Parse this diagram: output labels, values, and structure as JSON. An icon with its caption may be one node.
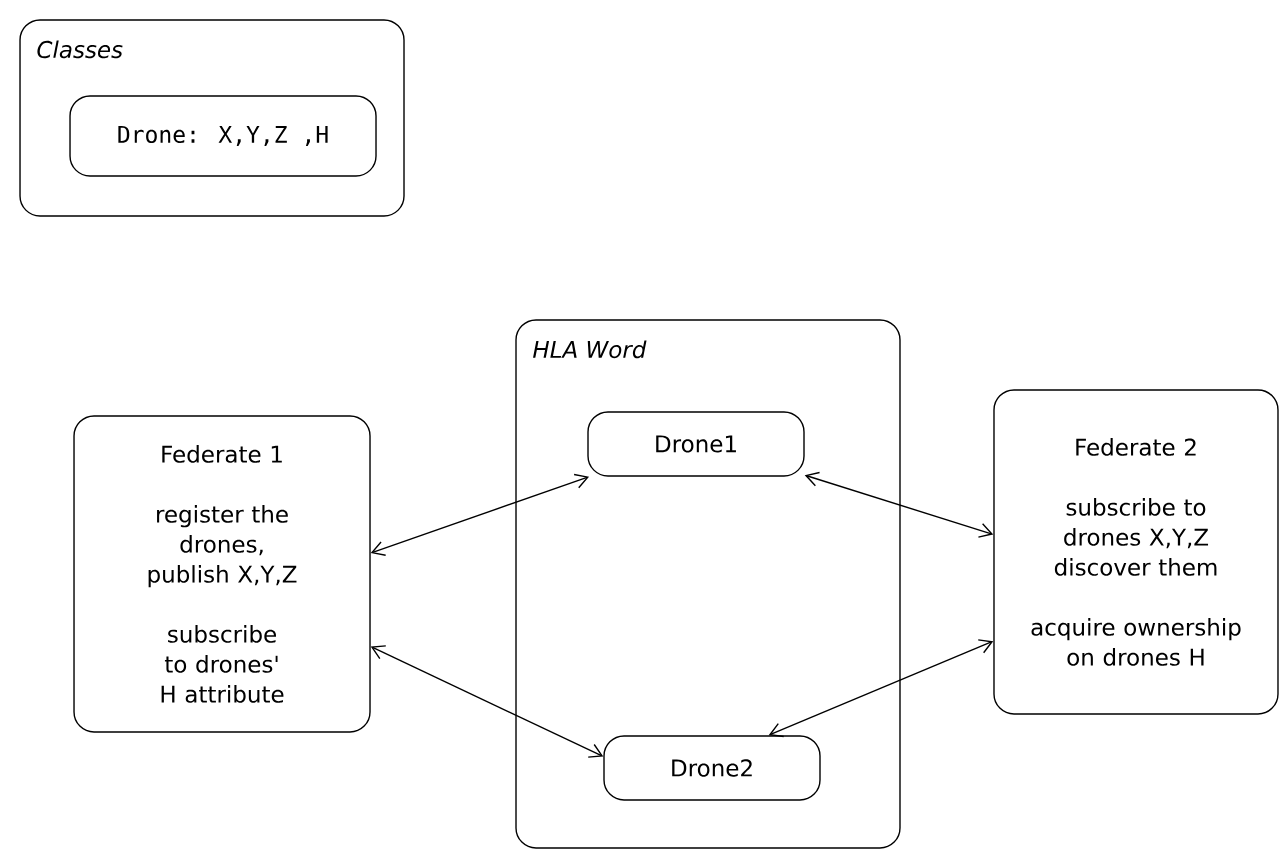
{
  "diagram": {
    "nodes": [
      {
        "text": [
          "Classes"
        ]
      },
      {
        "text": [
          "Drone: X,Y,Z ,H"
        ],
        "in": 0
      },
      {
        "text": [
          "Federate 1",
          "register the drones, publish X,Y,Z",
          "subscribe to drones' H attribute"
        ]
      },
      {
        "text": [
          "HLA Word"
        ]
      },
      {
        "text": [
          "Drone1"
        ],
        "in": 3
      },
      {
        "text": [
          "Drone2"
        ],
        "in": 3
      },
      {
        "text": [
          "Federate 2",
          "subscribe to drones X,Y,Z discover them",
          "acquire ownership on drones H"
        ]
      }
    ],
    "edges": [
      {
        "from": 2,
        "to": 4,
        "arrow": "both"
      },
      {
        "from": 2,
        "to": 5,
        "arrow": "both"
      },
      {
        "from": 4,
        "to": 6,
        "arrow": "both"
      },
      {
        "from": 5,
        "to": 6,
        "arrow": "both"
      }
    ]
  }
}
